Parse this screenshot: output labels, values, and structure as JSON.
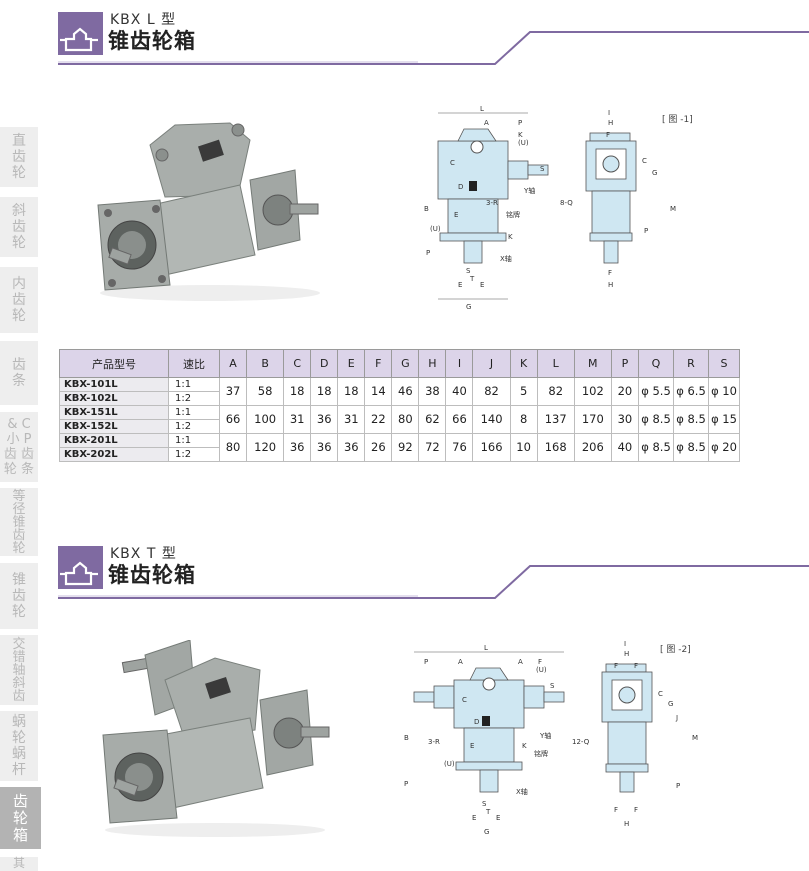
{
  "sidebar": {
    "items": [
      {
        "label": "直\n齿\n轮",
        "active": false
      },
      {
        "label": "斜\n齿\n轮",
        "active": false
      },
      {
        "label": "内\n齿\n轮",
        "active": false
      },
      {
        "label": "齿\n条",
        "active": false
      },
      {
        "label": "& C\n小 P\n齿 齿\n轮 条",
        "active": false
      },
      {
        "label": "等\n径\n锥\n齿\n轮",
        "active": false
      },
      {
        "label": "锥\n齿\n轮",
        "active": false
      },
      {
        "label": "交\n错\n轴\n斜\n齿",
        "active": false
      },
      {
        "label": "蜗\n轮\n蜗\n杆",
        "active": false
      },
      {
        "label": "齿\n轮\n箱",
        "active": true
      },
      {
        "label": "其",
        "active": false
      }
    ]
  },
  "section1": {
    "subtitle": "KBX  L 型",
    "title": "锥齿轮箱",
    "figure_label": "[ 图 -1]"
  },
  "section2": {
    "subtitle": "KBX  T 型",
    "title": "锥齿轮箱",
    "figure_label": "[ 图 -2]"
  },
  "drawing_labels": {
    "L": "L",
    "A": "A",
    "P": "P",
    "K": "K",
    "U": "(U)",
    "S": "S",
    "Y": "Y轴",
    "D": "D",
    "C": "C",
    "R3": "3-R",
    "R12": "12-Q",
    "R8": "8-Q",
    "nameplate": "铭牌",
    "B": "B",
    "E": "E",
    "X": "X轴",
    "T": "T",
    "G": "G",
    "I": "I",
    "H": "H",
    "F": "F",
    "J": "J",
    "M": "M"
  },
  "table": {
    "headers": [
      "产品型号",
      "速比",
      "A",
      "B",
      "C",
      "D",
      "E",
      "F",
      "G",
      "H",
      "I",
      "J",
      "K",
      "L",
      "M",
      "P",
      "Q",
      "R",
      "S"
    ],
    "groups": [
      {
        "models": [
          {
            "name": "KBX-101L",
            "ratio": "1:1"
          },
          {
            "name": "KBX-102L",
            "ratio": "1:2"
          }
        ],
        "values": [
          "37",
          "58",
          "18",
          "18",
          "18",
          "14",
          "46",
          "38",
          "40",
          "82",
          "5",
          "82",
          "102",
          "20",
          "φ 5.5",
          "φ 6.5",
          "φ 10"
        ]
      },
      {
        "models": [
          {
            "name": "KBX-151L",
            "ratio": "1:1"
          },
          {
            "name": "KBX-152L",
            "ratio": "1:2"
          }
        ],
        "values": [
          "66",
          "100",
          "31",
          "36",
          "31",
          "22",
          "80",
          "62",
          "66",
          "140",
          "8",
          "137",
          "170",
          "30",
          "φ 8.5",
          "φ 8.5",
          "φ 15"
        ]
      },
      {
        "models": [
          {
            "name": "KBX-201L",
            "ratio": "1:1"
          },
          {
            "name": "KBX-202L",
            "ratio": "1:2"
          }
        ],
        "values": [
          "80",
          "120",
          "36",
          "36",
          "36",
          "26",
          "92",
          "72",
          "76",
          "166",
          "10",
          "168",
          "206",
          "40",
          "φ 8.5",
          "φ 8.5",
          "φ 20"
        ]
      }
    ]
  },
  "colors": {
    "accent_purple": "#7f6aa1",
    "header_bg": "#dcd4e9",
    "sidebar_bg": "#eeeeee",
    "sidebar_active": "#b3b3b3",
    "drawing_fill": "#cfe7f2"
  }
}
